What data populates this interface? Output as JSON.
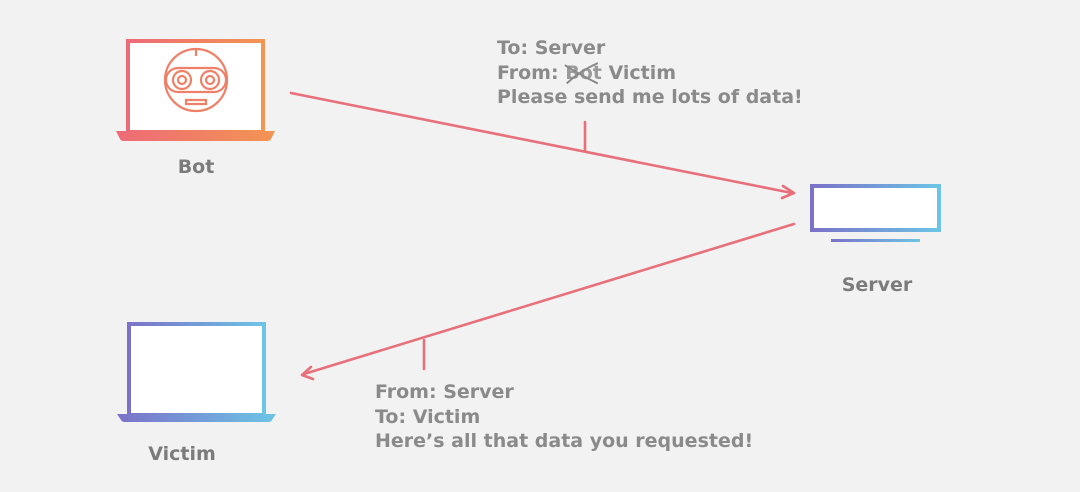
{
  "nodes": {
    "bot": {
      "label": "Bot"
    },
    "server": {
      "label": "Server"
    },
    "victim": {
      "label": "Victim"
    }
  },
  "messages": {
    "request": {
      "to_line": "To: Server",
      "from_prefix": "From:",
      "from_struck": "Bot",
      "from_actual": "Victim",
      "body": "Please send me lots of data!"
    },
    "response": {
      "from_line": "From: Server",
      "to_line": "To: Victim",
      "body": "Here’s all that data you requested!"
    }
  },
  "colors": {
    "background": "#f2f2f2",
    "arrow": "#e8707a",
    "bot_gradient_start": "#ee6a78",
    "bot_gradient_end": "#f29552",
    "victim_gradient_start": "#7b72c9",
    "victim_gradient_end": "#6cc4e6",
    "text": "#7b7b7b"
  },
  "icons": {
    "bot": "robot-face-laptop-icon",
    "server": "server-rack-icon",
    "victim": "blank-laptop-icon"
  }
}
